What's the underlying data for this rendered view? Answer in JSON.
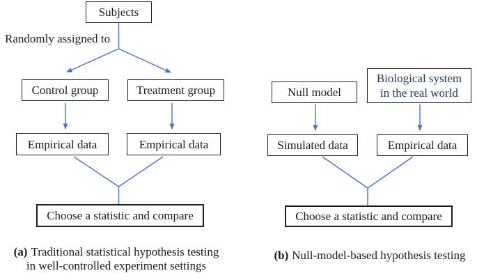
{
  "figure": {
    "background": "#ffffff",
    "connector_color": "#4472C4",
    "box_border_color": "#1f1f1f",
    "text_color": "#1a1a1a",
    "biological_text_color": "#1F3864"
  },
  "panel_a": {
    "subjects": "Subjects",
    "assign_label": "Randomly assigned to",
    "control_group": "Control group",
    "treatment_group": "Treatment group",
    "empirical_left": "Empirical data",
    "empirical_right": "Empirical data",
    "choose": "Choose a statistic and compare",
    "caption_tag": "(a)",
    "caption_line1": "Traditional statistical hypothesis testing",
    "caption_line2": "in well-controlled experiment settings"
  },
  "panel_b": {
    "null_model": "Null model",
    "biological_system": "Biological system in the real world",
    "simulated_data": "Simulated data",
    "empirical_data": "Empirical data",
    "choose": "Choose a statistic and compare",
    "caption_tag": "(b)",
    "caption": "Null-model-based hypothesis testing"
  }
}
